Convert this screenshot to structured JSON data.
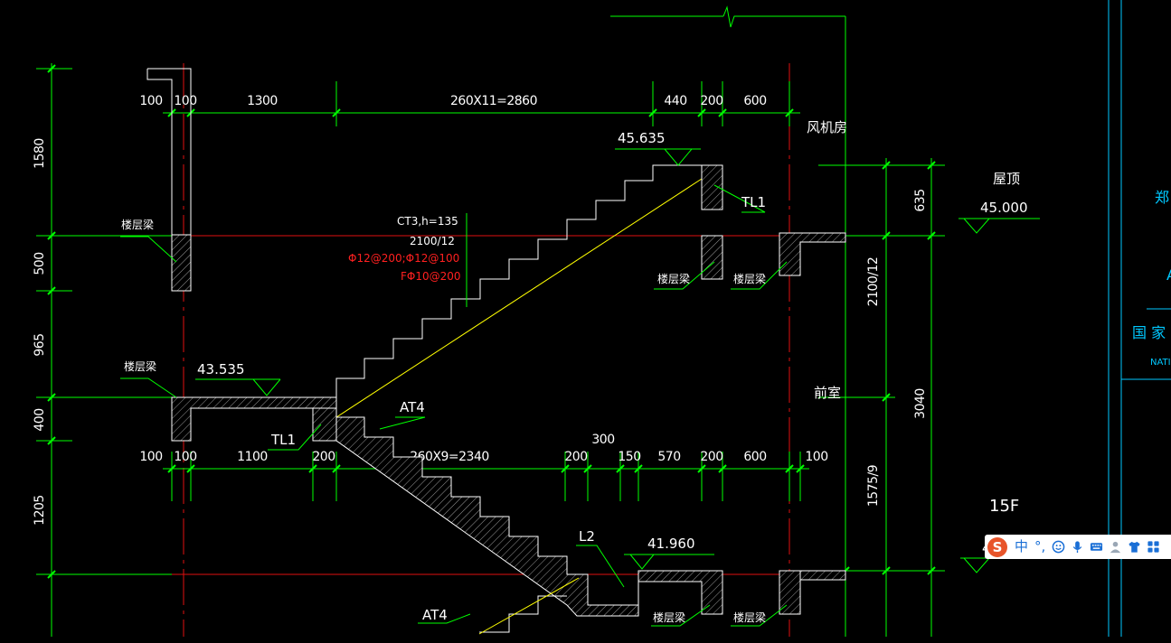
{
  "dims": {
    "top_row": [
      "100",
      "100",
      "1300",
      "260X11=2860",
      "440",
      "200",
      "600"
    ],
    "bottom_row": [
      "100",
      "100",
      "1100",
      "200",
      "260X9=2340",
      "200",
      "150",
      "570",
      "200",
      "600",
      "100"
    ],
    "dim_300": "300",
    "left_col": [
      "1580",
      "500",
      "965",
      "400",
      "1205"
    ],
    "right_col": [
      "635",
      "2100/12",
      "3040",
      "1575/9"
    ]
  },
  "levels": {
    "level_45635": "45.635",
    "level_45000": "45.000",
    "level_43535": "43.535",
    "level_41960": "41.960",
    "level_partial": "4"
  },
  "labels": {
    "fan_room": "风机房",
    "roof": "屋顶",
    "anteroom": "前室",
    "floor_15f": "15F",
    "tl1_upper": "TL1",
    "tl1_lower": "TL1",
    "at4_mid": "AT4",
    "at4_low": "AT4",
    "l2": "L2",
    "floor_beam": "楼层梁"
  },
  "stair_annotation": {
    "line1": "CT3,h=135",
    "line2": "2100/12",
    "rebar1": "Φ12@200;Φ12@100",
    "rebar2": "FΦ10@200"
  },
  "title_block": {
    "char_zheng": "郑",
    "guojia": "国 家",
    "natio": "NATIO",
    "a_char": "A"
  },
  "ime": {
    "logo": "S",
    "items": [
      "中",
      "°,"
    ],
    "icons": [
      "emoji-icon",
      "mic-icon",
      "keyboard-icon",
      "user-icon",
      "shirt-icon",
      "grid-icon"
    ]
  },
  "colors": {
    "background": "#000000",
    "dimension": "#00ff00",
    "axis": "#e01010",
    "stair": "#ffff00",
    "title_block": "#00c8ff"
  }
}
